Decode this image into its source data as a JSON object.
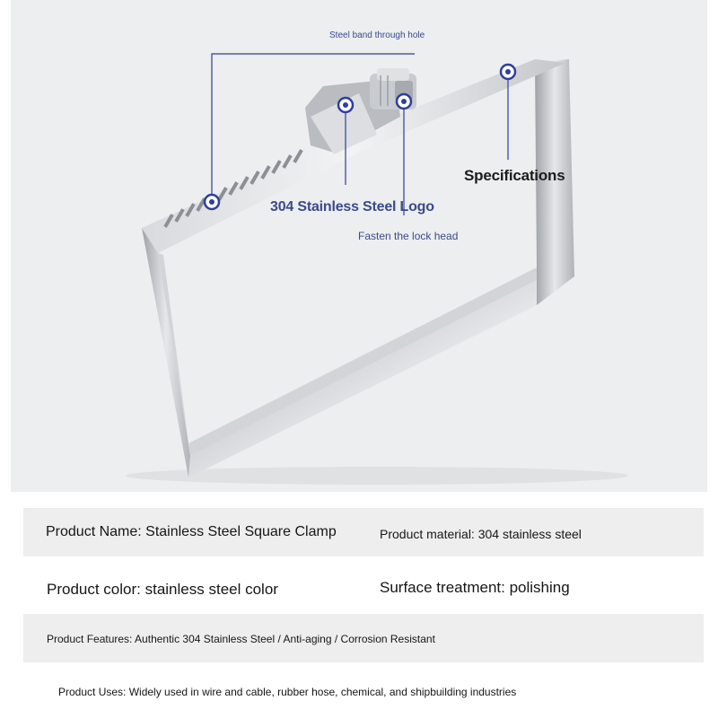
{
  "annotations": {
    "band_hole": "Steel band through hole",
    "specifications": "Specifications",
    "logo": "304 Stainless Steel Logo",
    "lock_head": "Fasten the lock head"
  },
  "specs": {
    "name": "Product Name: Stainless Steel Square Clamp",
    "material": "Product material: 304 stainless steel",
    "color": "Product color: stainless steel color",
    "surface": "Surface treatment: polishing",
    "features": "Product Features: Authentic 304 Stainless Steel / Anti-aging / Corrosion Resistant",
    "uses": "Product Uses: Widely used in wire and cable, rubber hose, chemical, and shipbuilding industries"
  },
  "colors": {
    "annotation_blue": "#3a4a8a",
    "marker_blue": "#2f3f9a",
    "photo_bg": "#eceeef",
    "row_gray": "#eeeeee"
  },
  "icons": [
    "marker-dot-icon"
  ]
}
